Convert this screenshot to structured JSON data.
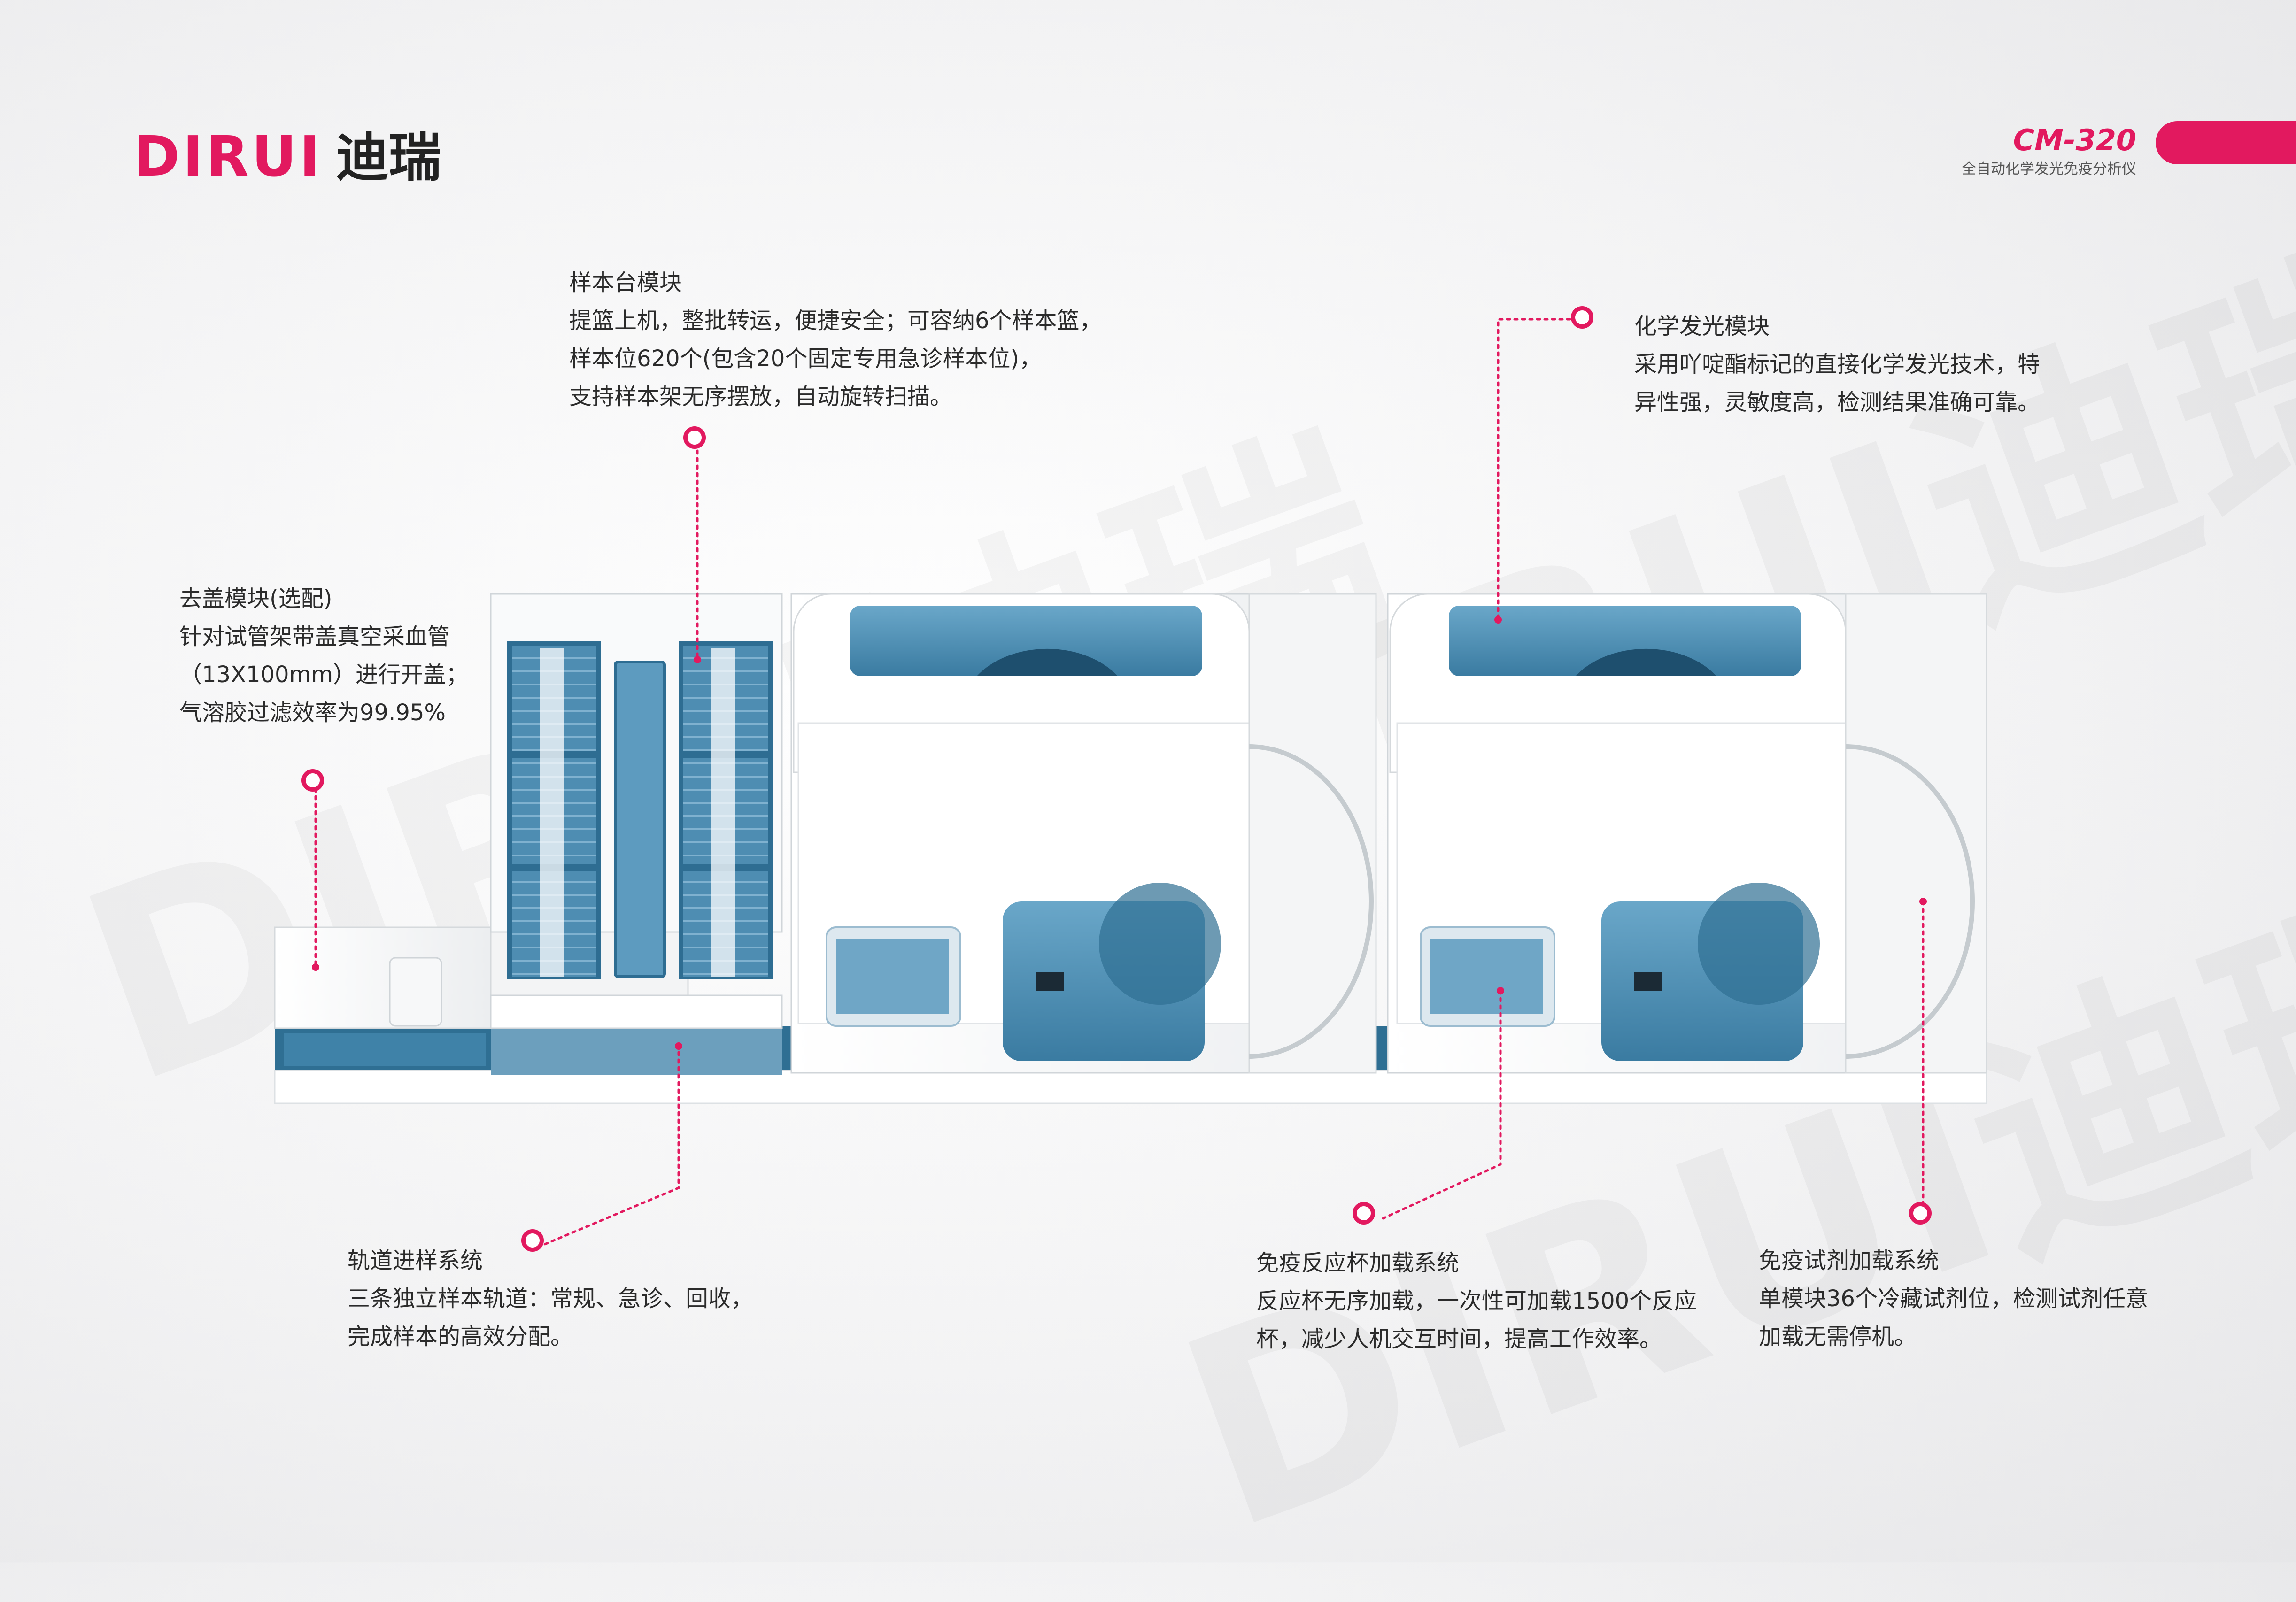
{
  "brand": {
    "logo_en": "DIRUI",
    "logo_cn": "迪瑞"
  },
  "product": {
    "model": "CM-320",
    "subtitle": "全自动化学发光免疫分析仪"
  },
  "watermarks": [
    "DIRUI迪瑞",
    "DIRUI迪瑞",
    "DIRUI迪瑞"
  ],
  "callouts": {
    "sample_stage": {
      "title": "样本台模块",
      "lines": [
        "提篮上机，整批转运，便捷安全；可容纳6个样本篮，",
        "样本位620个(包含20个固定专用急诊样本位)，",
        "支持样本架无序摆放，自动旋转扫描。"
      ]
    },
    "chemiluminescence": {
      "title": "化学发光模块",
      "lines": [
        "采用吖啶酯标记的直接化学发光技术，特",
        "异性强，灵敏度高，检测结果准确可靠。"
      ]
    },
    "decapping": {
      "title": "去盖模块(选配)",
      "lines": [
        "针对试管架带盖真空采血管",
        "（13X100mm）进行开盖；",
        "气溶胶过滤效率为99.95%"
      ]
    },
    "track": {
      "title": "轨道进样系统",
      "lines": [
        "三条独立样本轨道：常规、急诊、回收，",
        "完成样本的高效分配。"
      ]
    },
    "cuvette": {
      "title": "免疫反应杯加载系统",
      "lines": [
        "反应杯无序加载，一次性可加载1500个反应",
        "杯，减少人机交互时间，提高工作效率。"
      ]
    },
    "reagent": {
      "title": "免疫试剂加载系统",
      "lines": [
        "单模块36个冷藏试剂位，检测试剂任意",
        "加载无需停机。"
      ]
    }
  },
  "colors": {
    "accent": "#e2195f",
    "machine_blue": "#2f6f93",
    "panel_blue": "#4b8fb5"
  }
}
